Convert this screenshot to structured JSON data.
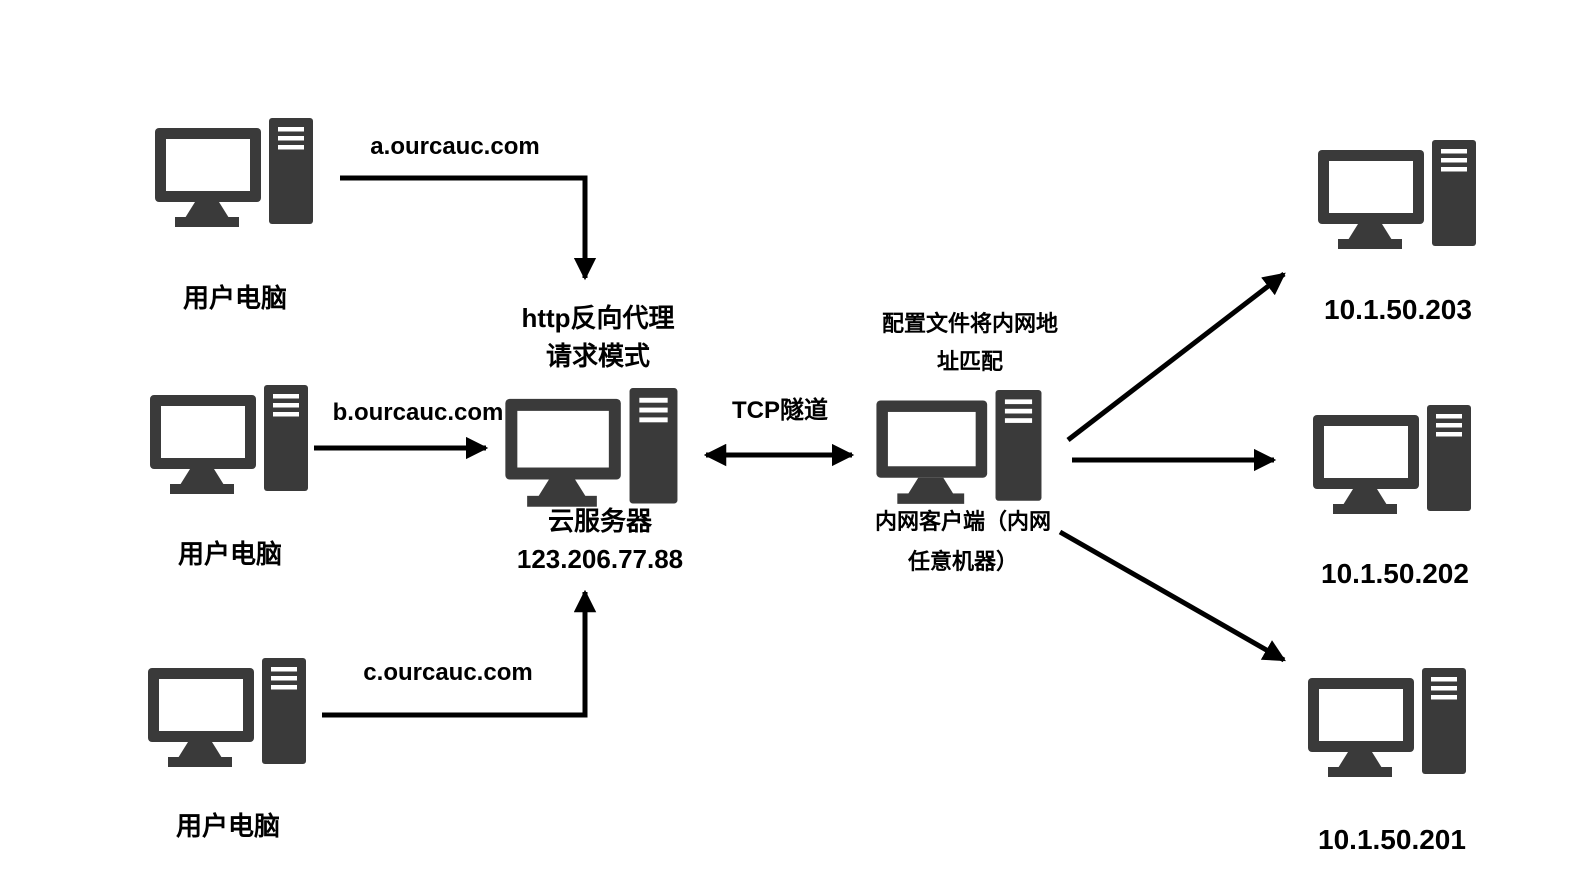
{
  "diagram": {
    "user_computers": [
      {
        "label": "用户电脑"
      },
      {
        "label": "用户电脑"
      },
      {
        "label": "用户电脑"
      }
    ],
    "request_arrows": [
      {
        "label": "a.ourcauc.com"
      },
      {
        "label": "b.ourcauc.com"
      },
      {
        "label": "c.ourcauc.com"
      }
    ],
    "cloud_server": {
      "note_line1": "http反向代理",
      "note_line2": "请求模式",
      "label": "云服务器",
      "ip": "123.206.77.88"
    },
    "tunnel_label": "TCP隧道",
    "intranet_client": {
      "note_line1": "配置文件将内网地",
      "note_line2": "址匹配",
      "label_line1": "内网客户端（内网",
      "label_line2": "任意机器）"
    },
    "target_machines": [
      {
        "ip": "10.1.50.203"
      },
      {
        "ip": "10.1.50.202"
      },
      {
        "ip": "10.1.50.201"
      }
    ],
    "colors": {
      "icon": "#3a3a3a",
      "arrow": "#000000",
      "text": "#000000",
      "background": "#ffffff"
    }
  }
}
